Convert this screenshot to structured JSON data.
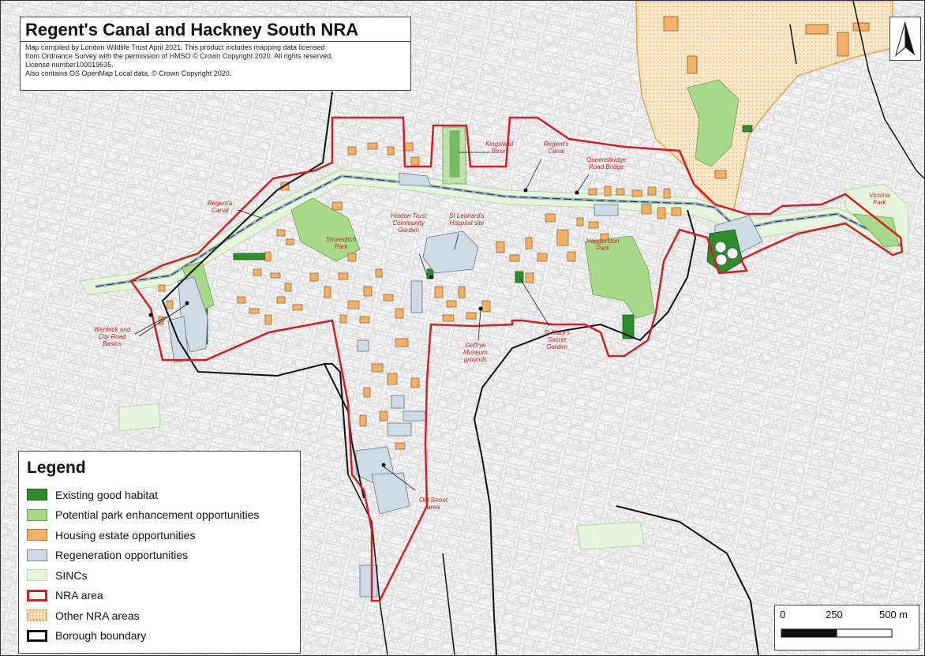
{
  "title": "Regent's Canal and Hackney South NRA",
  "credits": [
    "Map compiled by London Wildlife Trust April 2021. This product includes mapping data licensed",
    "from Ordnance Survey with the permission of HMSO © Crown Copyright 2020. All rights reserved.",
    "License number100019635.",
    "Also contains OS OpenMap Local data. © Crown Copyright 2020."
  ],
  "legend": {
    "title": "Legend",
    "items": [
      {
        "label": "Existing good habitat",
        "fill": "#2e8b2e",
        "border": "#1d5e1d"
      },
      {
        "label": "Potential park enhancement opportunities",
        "fill": "#a9d98a",
        "border": "#6aa24d"
      },
      {
        "label": "Housing estate opportunities",
        "fill": "#f3b167",
        "border": "#b9773a"
      },
      {
        "label": "Regeneration opportunities",
        "fill": "#cfdbe6",
        "border": "#7d8a96"
      },
      {
        "label": "SINCs",
        "fill": "#e6f5dc",
        "border": "#b8d6a6"
      },
      {
        "label": "NRA area",
        "fill": "#ffffff",
        "border": "#d01f26"
      },
      {
        "label": "Other NRA areas",
        "fill": "#fbe3c1",
        "border": "#e8a24a"
      },
      {
        "label": "Borough boundary",
        "fill": "#ffffff",
        "border": "#111111"
      }
    ]
  },
  "labels": {
    "kingsland": "Kingsland\nBasin",
    "regents_canal_n": "Regent's\nCanal",
    "queensbridge": "Queensbridge\nRoad Bridge",
    "victoria": "Victoria\nPark",
    "regents_canal_w": "Regent's\nCanal",
    "hoxton": "Hoxton Trust\nCommunity\nGarden",
    "st_leonards": "St Leonard's\nHospital site",
    "shoreditch": "Shoreditch\nPark",
    "haggerston": "Haggerston\nPark",
    "wenlock": "Wenlock and\nCity Road\nBasins",
    "geffrye": "Geffrye\nMuseum\ngrounds",
    "st_marys": "St Mary's\nSecret\nGarden",
    "old_street": "Old Street\narea"
  },
  "scale": {
    "zero": "0",
    "mid": "250",
    "end": "500 m"
  },
  "colors": {
    "nra": "#d01f26",
    "borough": "#111111",
    "canal": "#c9dde8",
    "other_nra": "#fbe3c1"
  }
}
